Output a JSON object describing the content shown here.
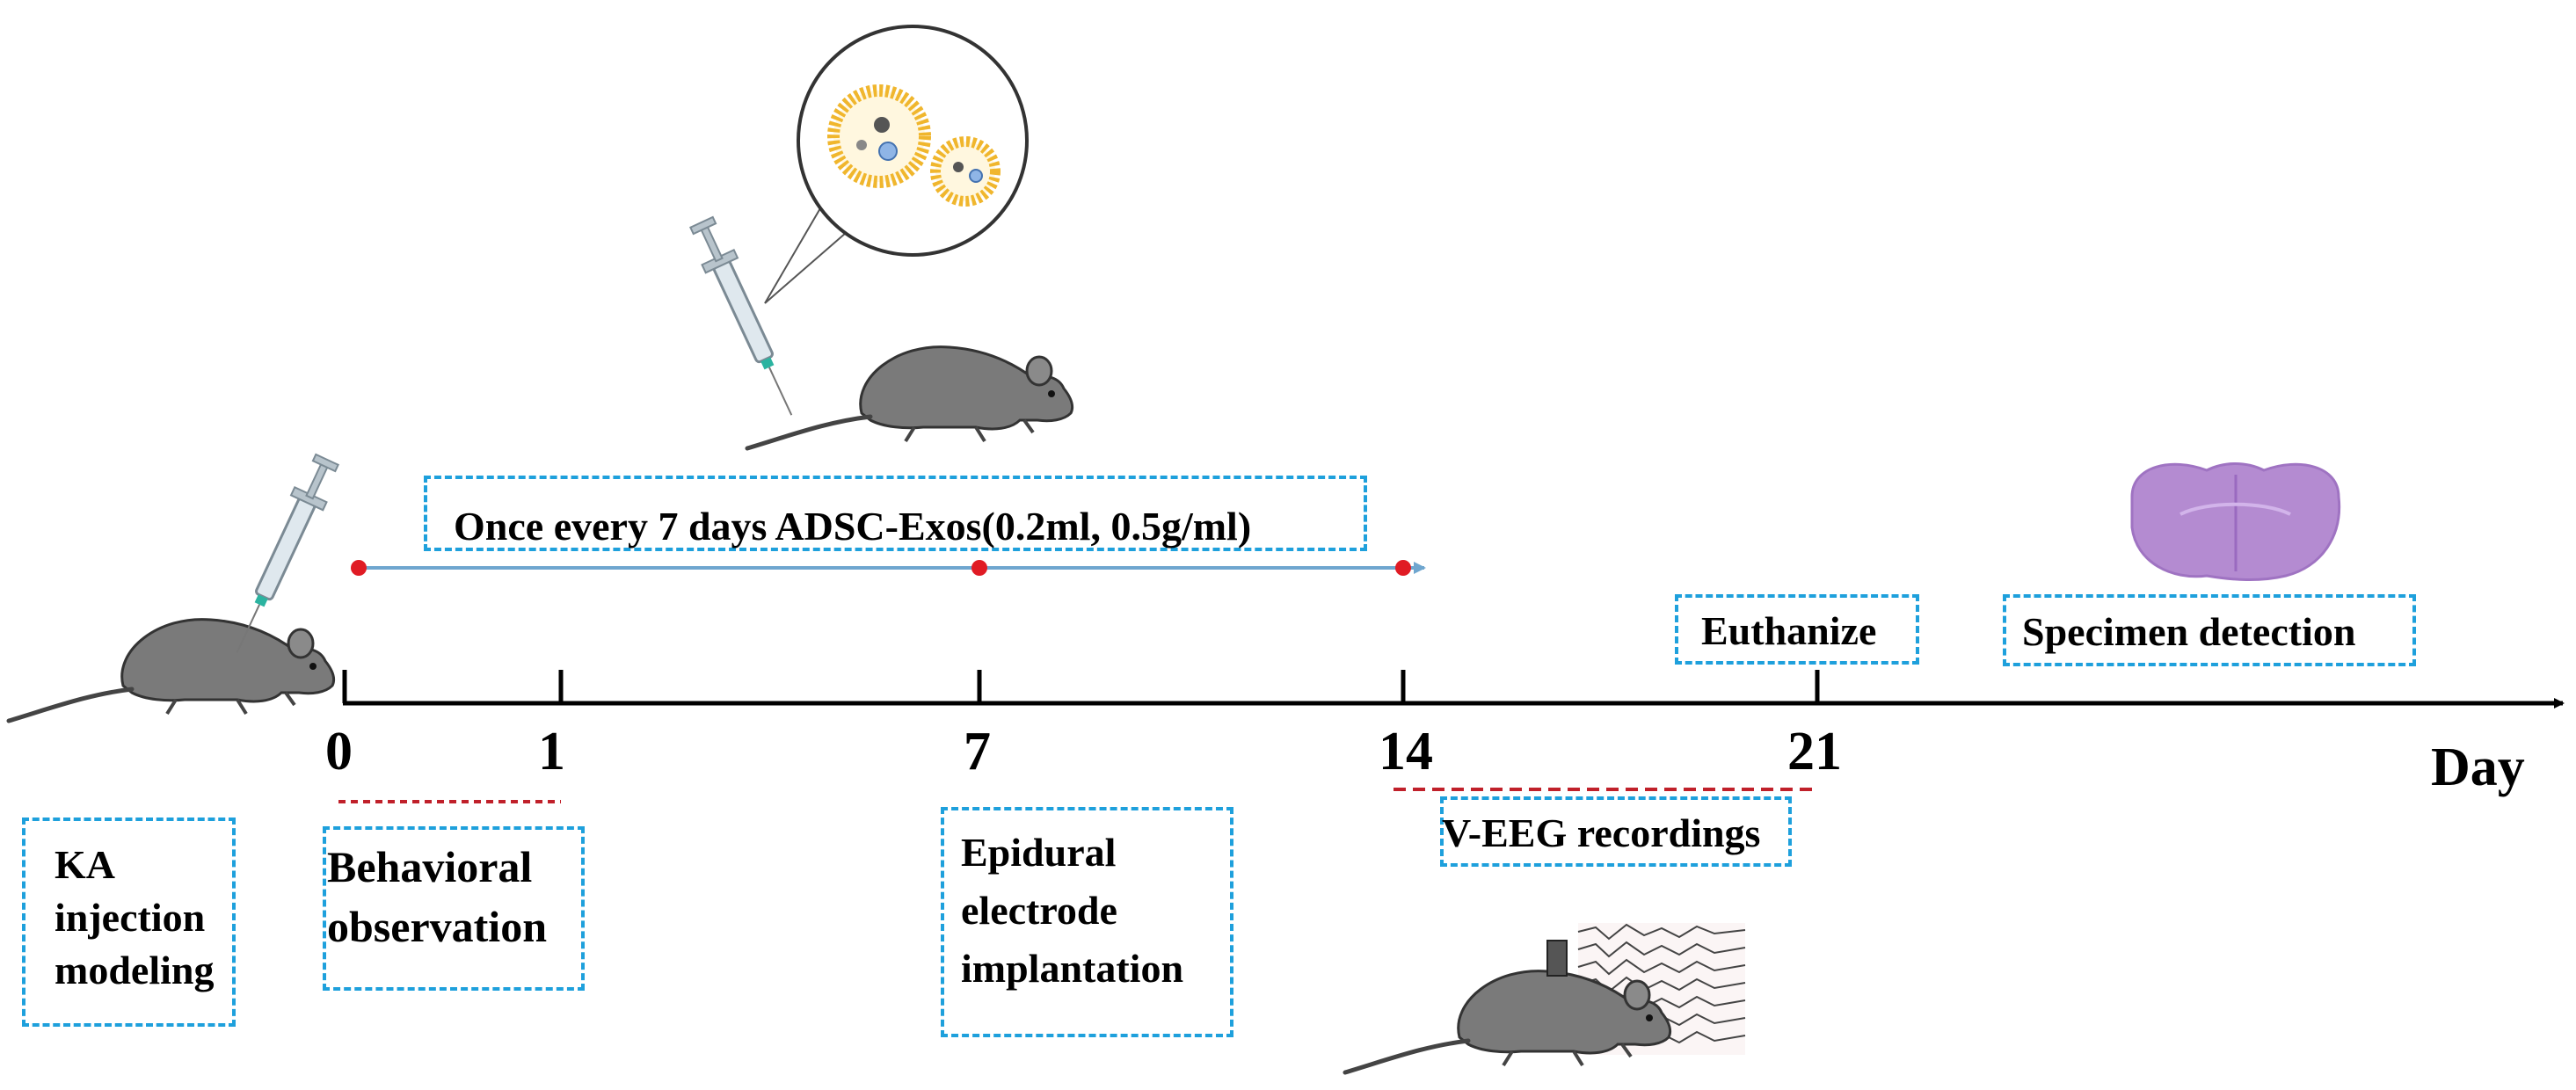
{
  "timeline": {
    "axis_label": "Day",
    "ticks": [
      "0",
      "1",
      "7",
      "14",
      "21"
    ]
  },
  "treatment": {
    "label": "Once every 7 days ADSC-Exos(0.2ml, 0.5g/ml)"
  },
  "boxes": {
    "ka": [
      "KA",
      "injection",
      "modeling"
    ],
    "behavioral": [
      "Behavioral",
      "observation"
    ],
    "epidural": [
      "Epidural",
      "electrode",
      "implantation"
    ],
    "veeg": "V-EEG recordings",
    "euthanize": "Euthanize",
    "specimen": "Specimen detection"
  },
  "colors": {
    "box_border": "#1ea0dc",
    "dot": "#e01b24",
    "arrow": "#6fa6cf",
    "dash_red": "#c0202a",
    "mouse": "#7a7a7a",
    "brain": "#b48bd1"
  },
  "icons": [
    "mouse-icon",
    "syringe-icon",
    "exosome-icon",
    "eeg-trace-icon",
    "brain-slice-icon"
  ]
}
